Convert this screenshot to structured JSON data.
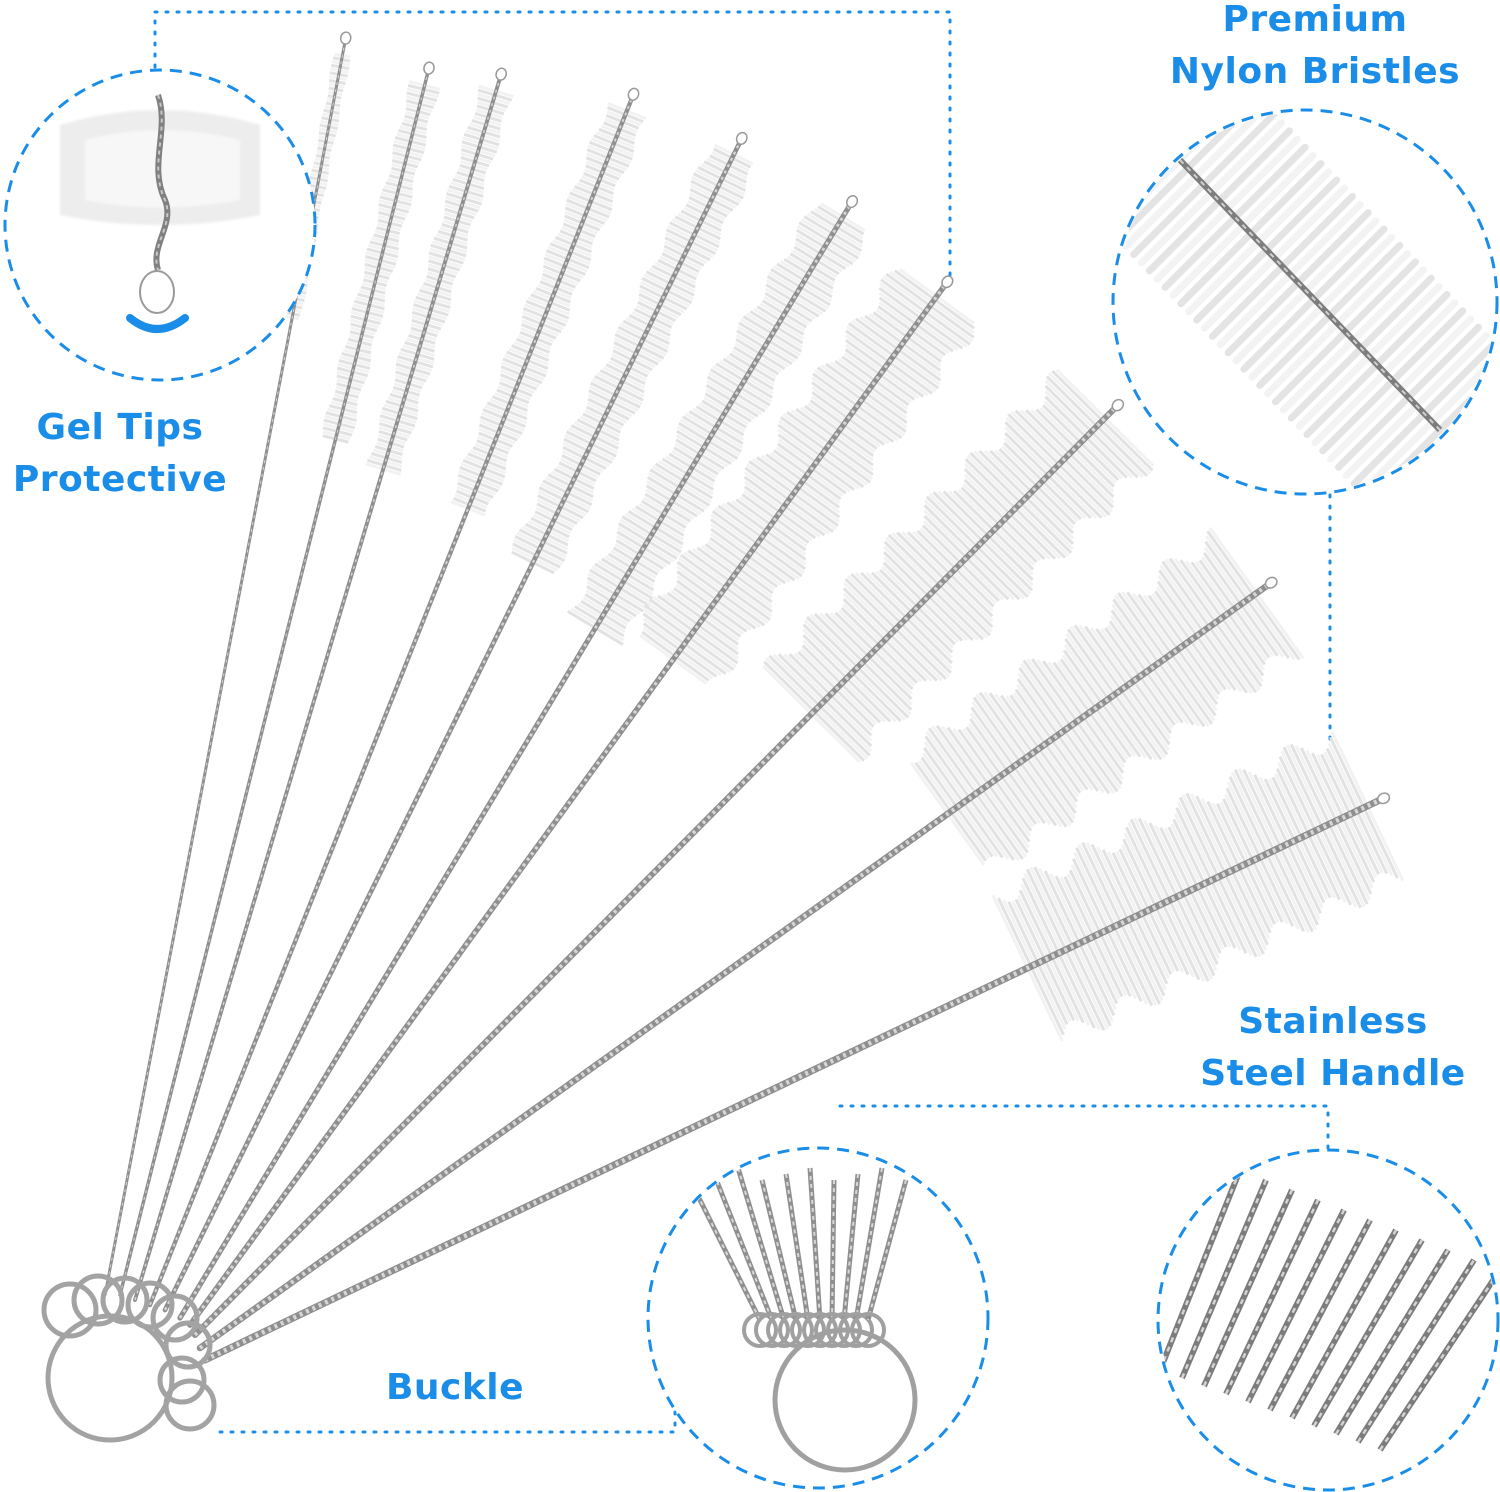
{
  "callouts": {
    "gel_tips": {
      "line1": "Gel Tips",
      "line2": "Protective"
    },
    "nylon_bristles": {
      "line1": "Premium",
      "line2": "Nylon Bristles"
    },
    "steel_handle": {
      "line1": "Stainless",
      "line2": "Steel Handle"
    },
    "buckle": {
      "line1": "Buckle"
    }
  },
  "colors": {
    "accent": "#1a8de8",
    "wire": "#8f8f8f",
    "bristle": "#eeeeee",
    "background": "#ffffff"
  },
  "product": {
    "brush_count": 10,
    "ring_count": 1
  }
}
